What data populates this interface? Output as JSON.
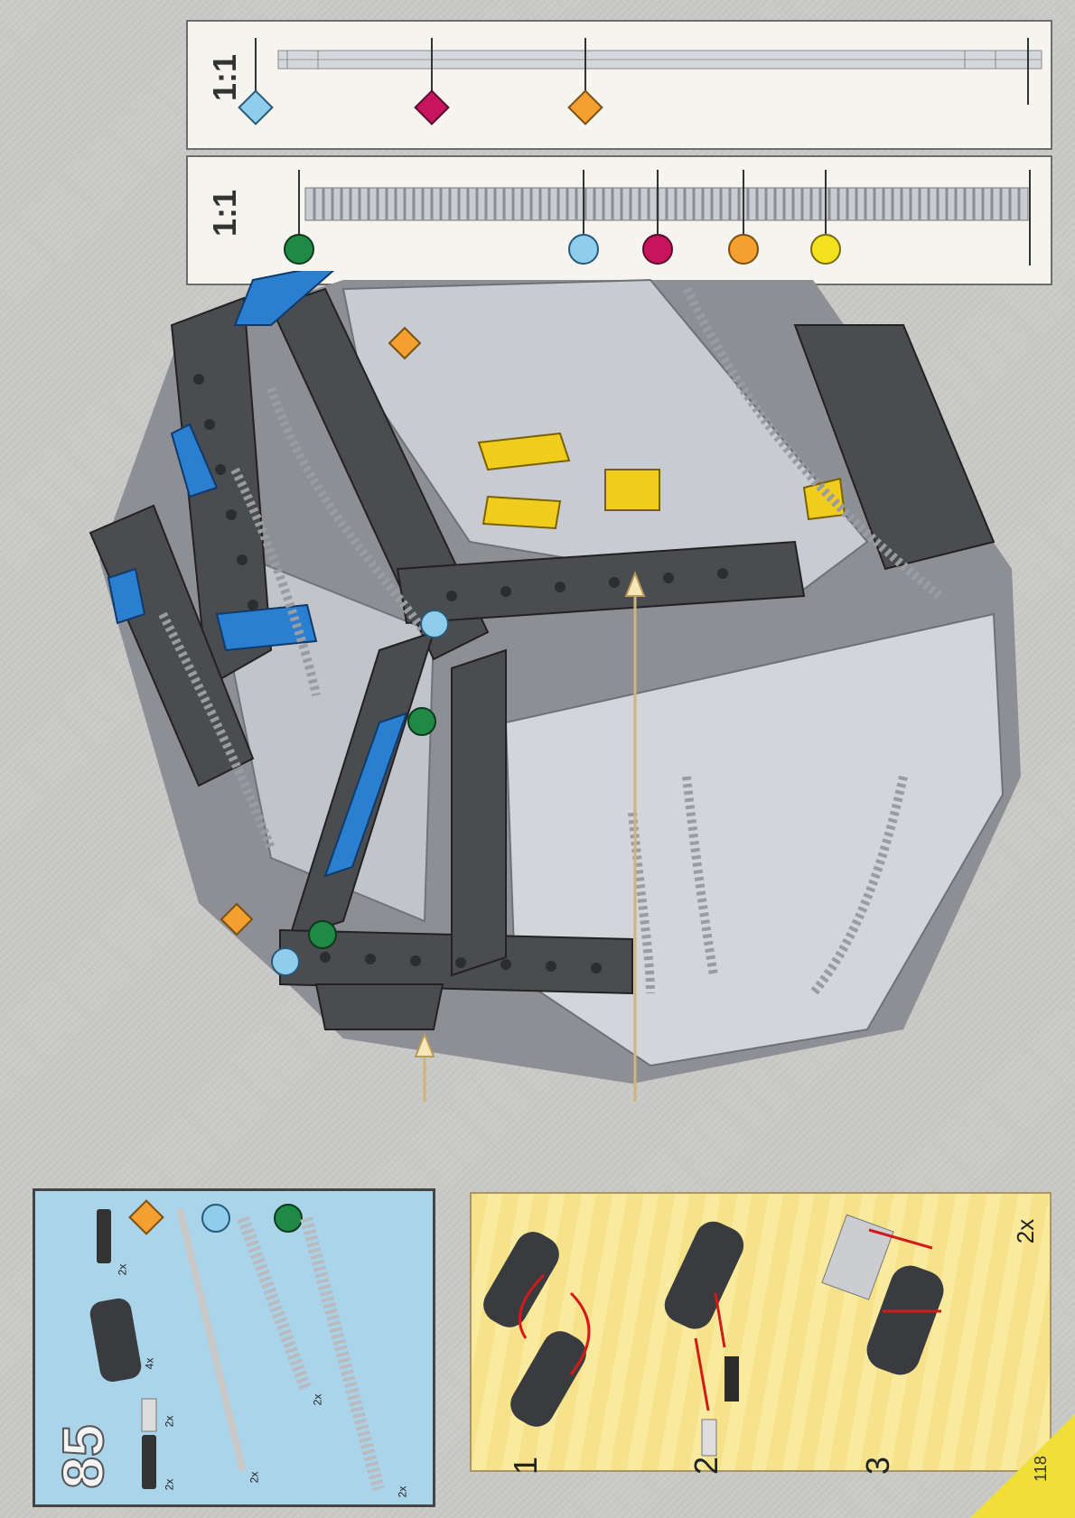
{
  "page_number": "118",
  "scale_panels": [
    {
      "label": "1:1",
      "part": "axle"
    },
    {
      "label": "1:1",
      "part": "flex-tube"
    }
  ],
  "parts_list": {
    "step_number": "85",
    "items": [
      {
        "name": "friction-pin",
        "qty": "2x"
      },
      {
        "name": "liftarm-3",
        "qty": "4x"
      },
      {
        "name": "axle-pin",
        "qty": "2x"
      },
      {
        "name": "axle-long",
        "qty": "2x"
      },
      {
        "name": "flex-tube-short",
        "qty": "2x"
      },
      {
        "name": "flex-tube-long",
        "qty": "2x"
      },
      {
        "name": "pin-with-axle",
        "qty": "2x"
      }
    ]
  },
  "sub_assembly": {
    "multiplier": "2x",
    "steps": [
      "1",
      "2",
      "3"
    ]
  },
  "colors": {
    "orange": "#f4a030",
    "blue": "#8fcdec",
    "magenta": "#c8135e",
    "green": "#1f8a46",
    "yellow": "#f5e21e",
    "dark_gray": "#4b4c50",
    "light_gray": "#c8ccd2",
    "technic_blue": "#2a7fd0",
    "technic_yellow": "#f0cc1c"
  }
}
